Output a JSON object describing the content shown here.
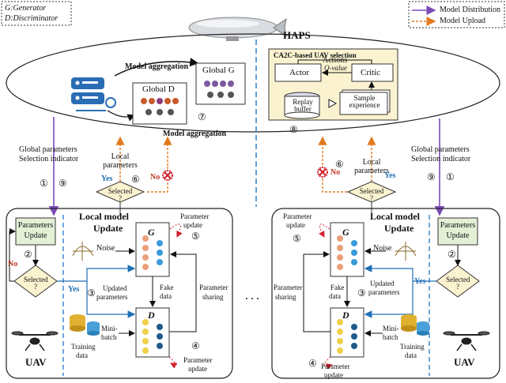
{
  "legend_left": {
    "line1": "G:Generator",
    "line2": "D:Discriminator"
  },
  "legend_right": {
    "distribution": "Model Distribution",
    "upload": "Model Upload"
  },
  "haps": {
    "label": "HAPS"
  },
  "aggregation": {
    "label_top": "Model aggregation",
    "label_bottom": "Model aggregation",
    "global_d": "Global D",
    "global_g": "Global G"
  },
  "ca2c": {
    "title": "CA2C-based UAV selection",
    "actions": "Actions",
    "actor": "Actor",
    "critic": "Critic",
    "qvalue": "Q-value",
    "replay": "Replay buffer",
    "sample": "Sample experience"
  },
  "steps": {
    "s1": "①",
    "s2": "②",
    "s3": "③",
    "s4": "④",
    "s5": "⑤",
    "s6": "⑥",
    "s7": "⑦",
    "s8": "⑧",
    "s9": "⑨"
  },
  "side_left": {
    "global": "Global parameters",
    "selection": "Selection indicator"
  },
  "side_right": {
    "global": "Global parameters",
    "selection": "Selection indicator"
  },
  "local_params": "Local parameters",
  "decision": {
    "selected": "Selected ?",
    "yes": "Yes",
    "no": "No"
  },
  "local_update": {
    "title1": "Local model",
    "title2": "Update"
  },
  "params_update": {
    "line1": "Parameters",
    "line2": "Update"
  },
  "gan": {
    "noise": "Noise",
    "updated1": "Updated",
    "updated2": "parameters",
    "fake1": "Fake",
    "fake2": "data",
    "sharing1": "Parameter",
    "sharing2": "sharing",
    "param_update1": "Parameter",
    "param_update2": "update",
    "mini1": "Mini-",
    "mini2": "batch",
    "training1": "Training",
    "training2": "data",
    "g": "G",
    "d": "D"
  },
  "uav": "UAV",
  "ellipsis": "· · ·"
}
